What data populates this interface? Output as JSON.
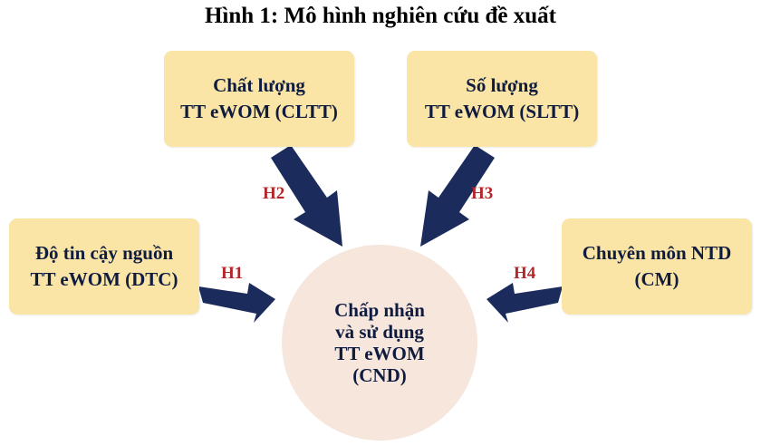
{
  "title": "Hình 1: Mô hình nghiên cứu đề xuất",
  "colors": {
    "box_fill": "#fae5a6",
    "circle_fill": "#f6e6dc",
    "text": "#0f1c3f",
    "arrow": "#1a2b5c",
    "hypothesis_label": "#b3272a"
  },
  "nodes": {
    "cltt": {
      "line1": "Chất lượng",
      "line2": "TT eWOM (CLTT)"
    },
    "sltt": {
      "line1": "Số lượng",
      "line2": "TT eWOM (SLTT)"
    },
    "dtc": {
      "line1": "Độ tin cậy nguồn",
      "line2": "TT eWOM (DTC)"
    },
    "cm": {
      "line1": "Chuyên môn NTD",
      "line2": "(CM)"
    },
    "cnd": {
      "line1": "Chấp nhận",
      "line2": "và sử dụng",
      "line3": "TT eWOM",
      "line4": "(CND)"
    }
  },
  "hypotheses": [
    {
      "label": "H1",
      "from": "dtc",
      "to": "cnd"
    },
    {
      "label": "H2",
      "from": "cltt",
      "to": "cnd"
    },
    {
      "label": "H3",
      "from": "sltt",
      "to": "cnd"
    },
    {
      "label": "H4",
      "from": "cm",
      "to": "cnd"
    }
  ]
}
